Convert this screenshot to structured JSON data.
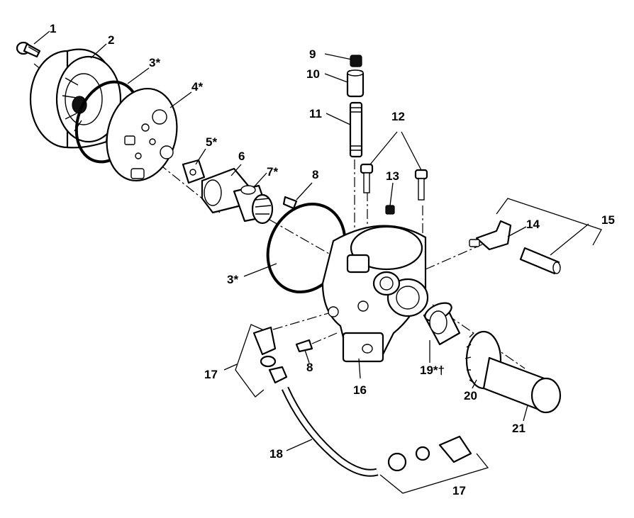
{
  "callouts": [
    {
      "id": "c1",
      "label": "1"
    },
    {
      "id": "c2",
      "label": "2"
    },
    {
      "id": "c3a",
      "label": "3*"
    },
    {
      "id": "c4",
      "label": "4*"
    },
    {
      "id": "c5",
      "label": "5*"
    },
    {
      "id": "c6",
      "label": "6"
    },
    {
      "id": "c7",
      "label": "7*"
    },
    {
      "id": "c8a",
      "label": "8"
    },
    {
      "id": "c9",
      "label": "9"
    },
    {
      "id": "c10",
      "label": "10"
    },
    {
      "id": "c11",
      "label": "11"
    },
    {
      "id": "c12",
      "label": "12"
    },
    {
      "id": "c13",
      "label": "13"
    },
    {
      "id": "c14",
      "label": "14"
    },
    {
      "id": "c15",
      "label": "15"
    },
    {
      "id": "c3b",
      "label": "3*"
    },
    {
      "id": "c17a",
      "label": "17"
    },
    {
      "id": "c8b",
      "label": "8"
    },
    {
      "id": "c16",
      "label": "16"
    },
    {
      "id": "c19",
      "label": "19*†"
    },
    {
      "id": "c20",
      "label": "20"
    },
    {
      "id": "c21",
      "label": "21"
    },
    {
      "id": "c18",
      "label": "18"
    },
    {
      "id": "c17b",
      "label": "17"
    }
  ]
}
